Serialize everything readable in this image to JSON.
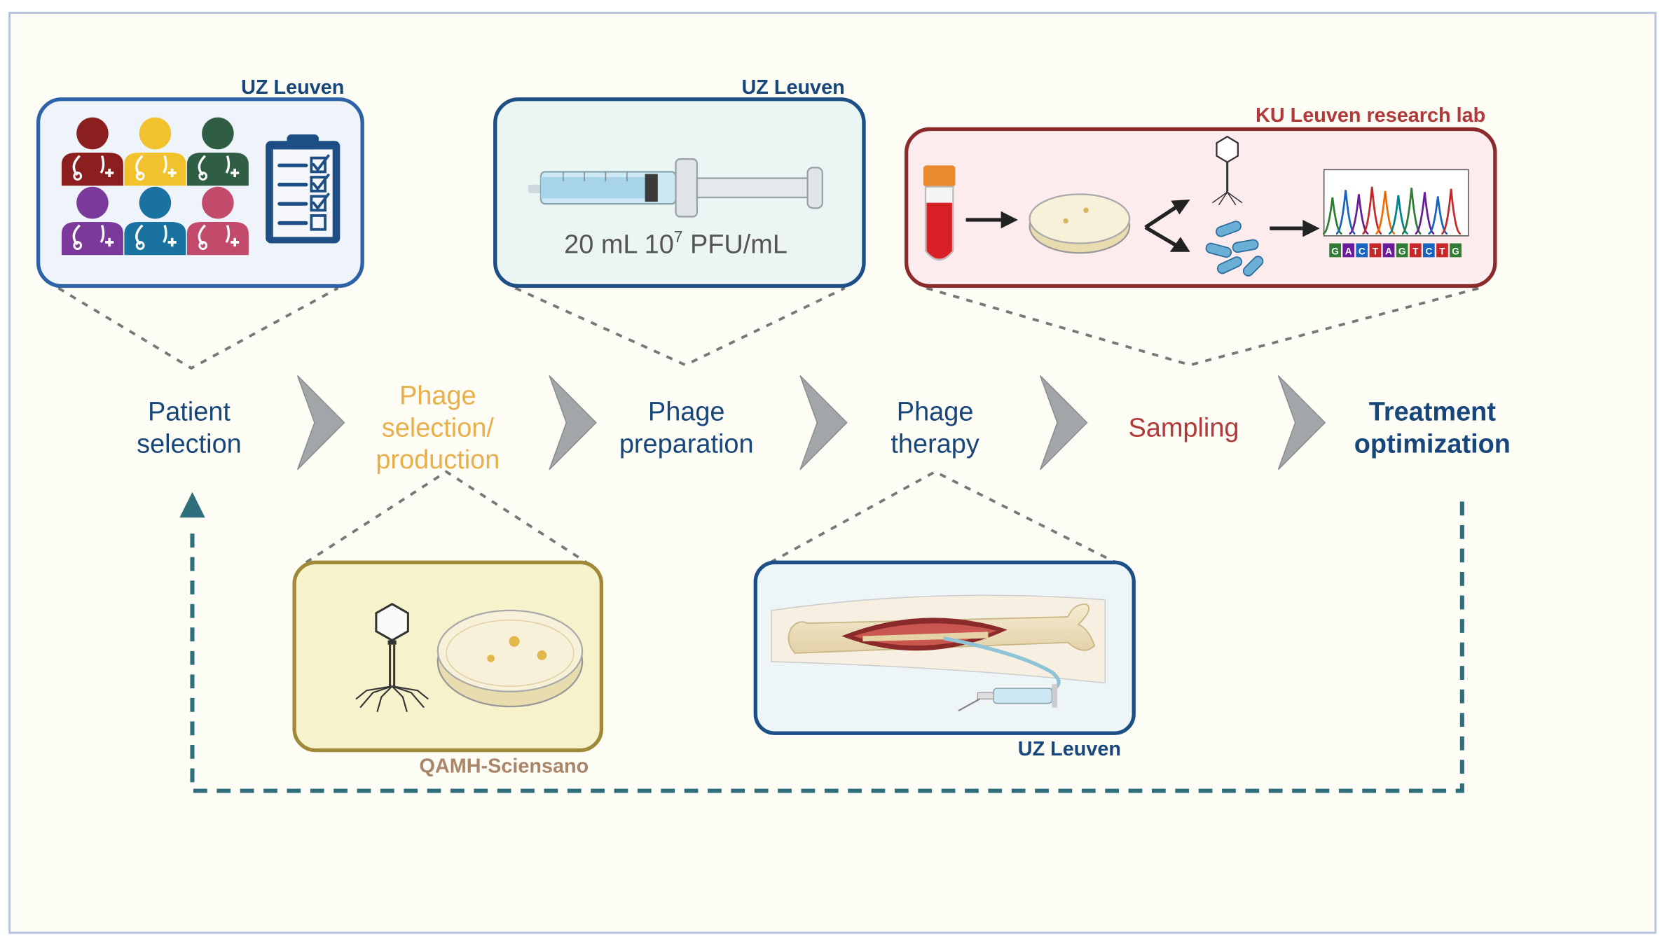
{
  "steps": [
    {
      "lines": [
        "Patient",
        "selection"
      ],
      "color": "#17467a"
    },
    {
      "lines": [
        "Phage",
        "selection/",
        "production"
      ],
      "color": "#e8b04a"
    },
    {
      "lines": [
        "Phage",
        "preparation"
      ],
      "color": "#17467a"
    },
    {
      "lines": [
        "Phage",
        "therapy"
      ],
      "color": "#17467a"
    },
    {
      "lines": [
        "Sampling"
      ],
      "color": "#b03a3a"
    },
    {
      "lines": [
        "Treatment",
        "optimization"
      ],
      "color": "#17467a"
    }
  ],
  "orgs": {
    "patient_selection": "UZ Leuven",
    "phage_preparation": "UZ Leuven",
    "sampling": "KU Leuven research lab",
    "phage_production": "QAMH-Sciensano",
    "phage_therapy": "UZ Leuven"
  },
  "syringe_label": {
    "prefix": "20 mL 10",
    "superscript": "7",
    "suffix": " PFU/mL"
  },
  "sequence_letters": [
    "G",
    "A",
    "C",
    "T",
    "A",
    "G",
    "T",
    "C",
    "T",
    "G"
  ],
  "icons": [
    "doctor-icon",
    "clipboard-icon",
    "syringe-icon",
    "blood-tube-icon",
    "petri-dish-icon",
    "phage-icon",
    "bacteria-icon",
    "chromatogram-icon",
    "bone-wound-icon",
    "chevron-right-icon"
  ],
  "colors": {
    "background": "#fdfcf5",
    "blue": "#17467a",
    "dark_red": "#8b2a2a",
    "olive": "#a08a3a",
    "tan": "#a9856a",
    "teal_dash": "#2f6f7c",
    "doctor_colors": [
      "#8b1f1f",
      "#f2c12e",
      "#2f5e45",
      "#7b3a9b",
      "#1a72a0",
      "#c24a6b"
    ]
  }
}
